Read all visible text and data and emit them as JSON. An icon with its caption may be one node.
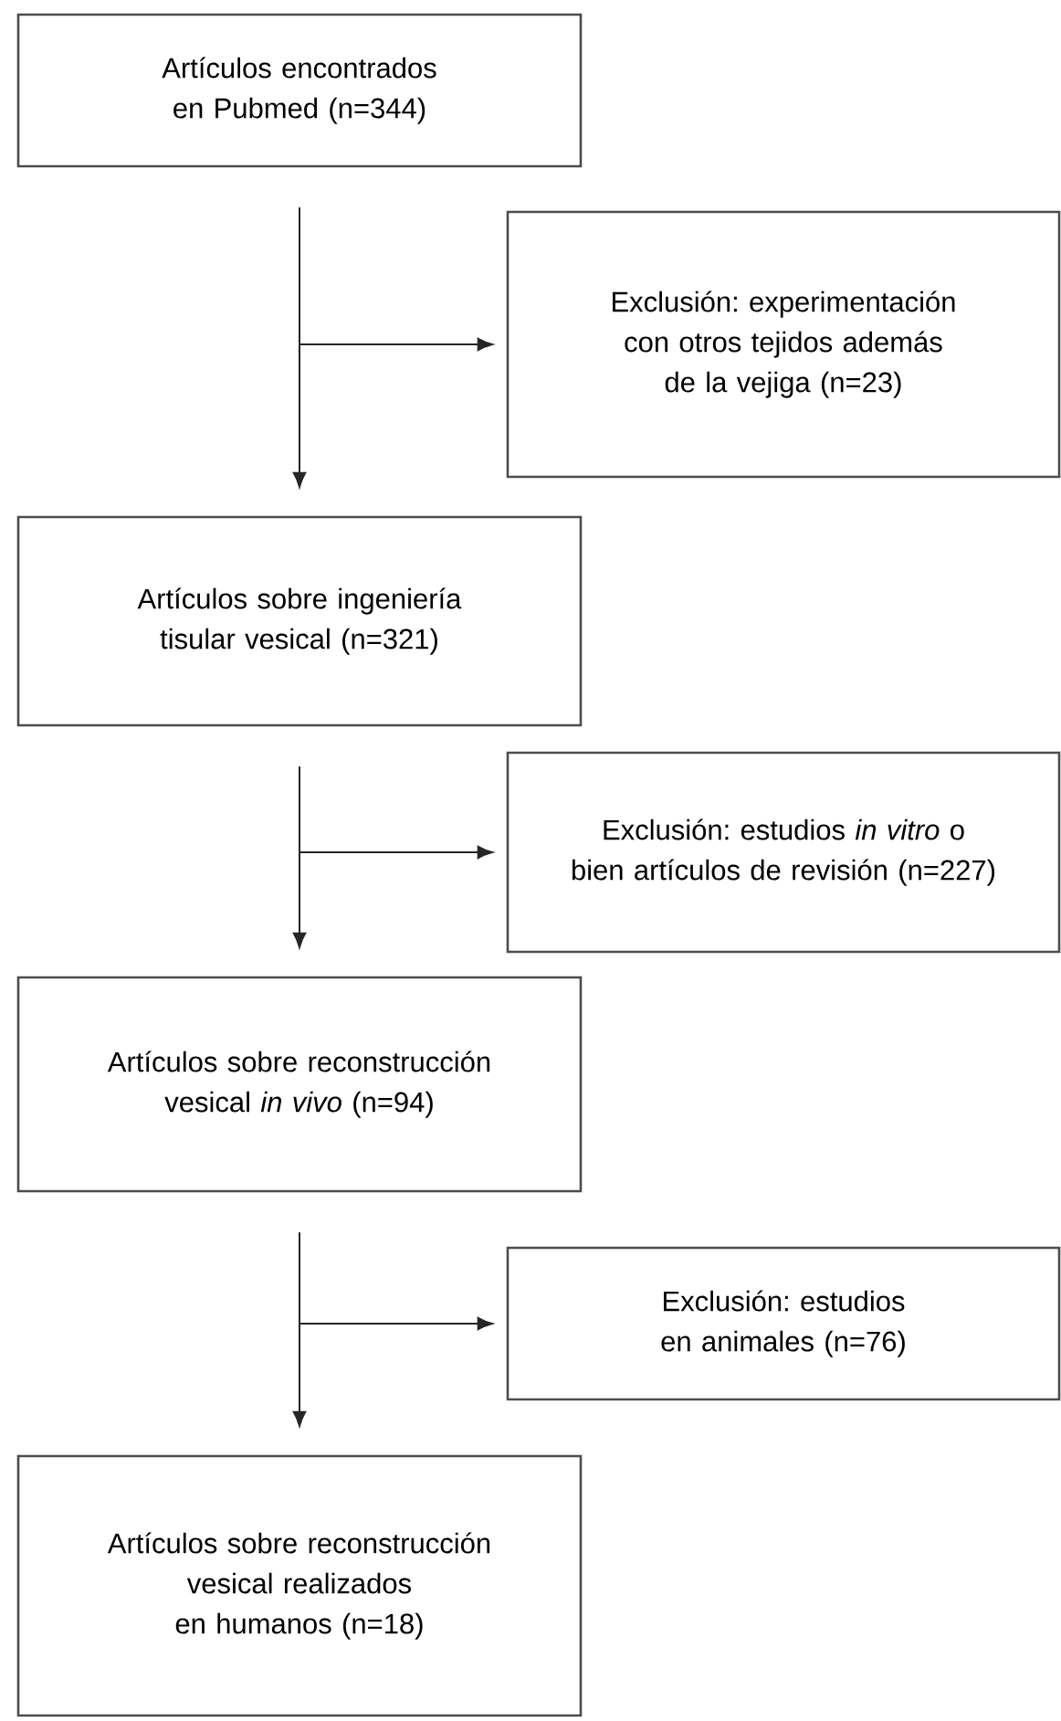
{
  "diagram": {
    "nodes": [
      {
        "text": [
          "Artículos encontrados en Pubmed (n=344)"
        ]
      },
      {
        "text": [
          "Exclusión: experimentación con otros tejidos además de la vejiga (n=23)"
        ]
      },
      {
        "text": [
          "Artículos sobre ingeniería tisular vesical (n=321)"
        ]
      },
      {
        "text": [
          "Exclusión: estudios *in vitro* o bien artículos de revisión (n=227)"
        ]
      },
      {
        "text": [
          "Artículos sobre reconstrucción vesical *in vivo* (n=94)"
        ]
      },
      {
        "text": [
          "Exclusión: estudios en animales (n=76)"
        ]
      },
      {
        "text": [
          "Artículos sobre reconstrucción vesical realizados en humanos (n=18)"
        ]
      }
    ],
    "edges": [
      {
        "from": 0,
        "to": 2,
        "arrow": "to"
      },
      {
        "from": 0,
        "to": 1,
        "arrow": "to"
      },
      {
        "from": 2,
        "to": 4,
        "arrow": "to"
      },
      {
        "from": 2,
        "to": 3,
        "arrow": "to"
      },
      {
        "from": 4,
        "to": 6,
        "arrow": "to"
      },
      {
        "from": 4,
        "to": 5,
        "arrow": "to"
      }
    ]
  }
}
